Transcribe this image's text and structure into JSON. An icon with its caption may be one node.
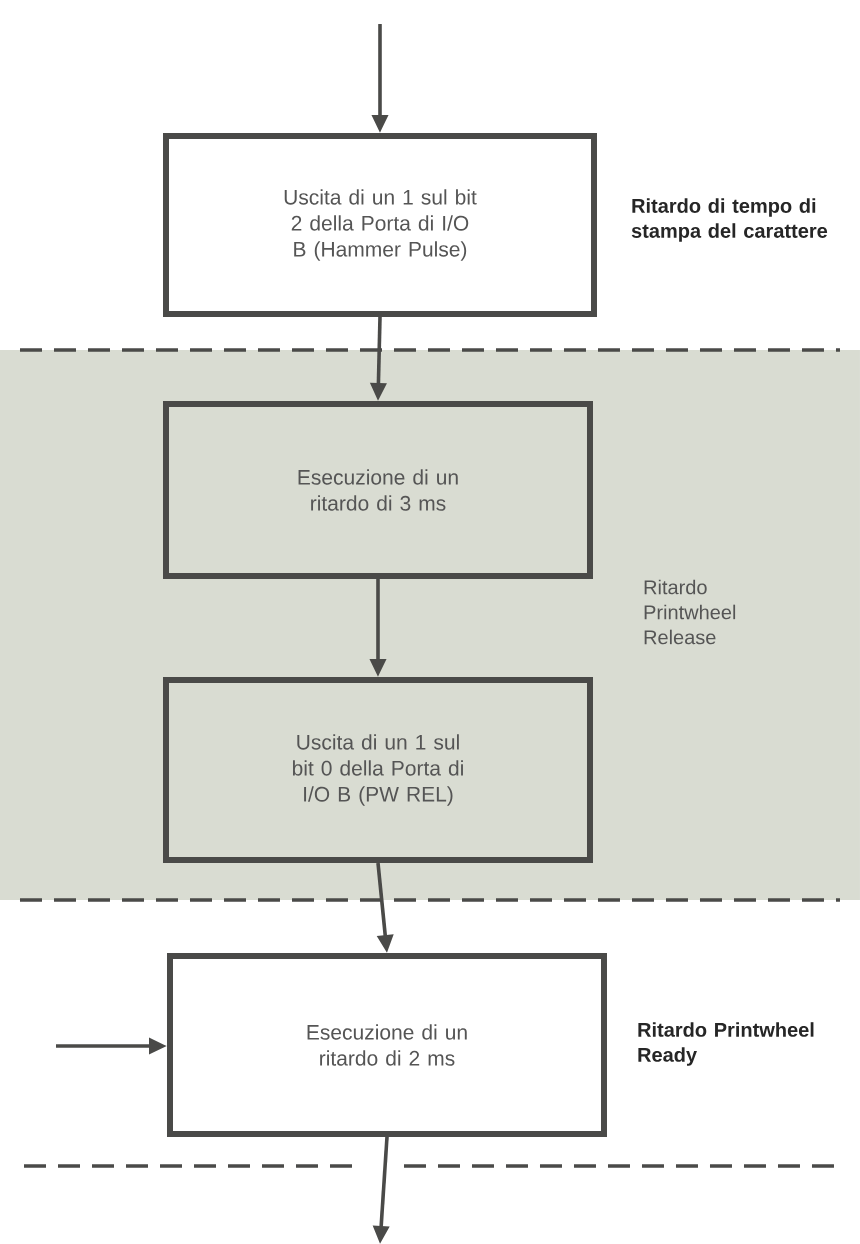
{
  "diagram": {
    "nodes": [
      {
        "text": [
          "Uscita di un 1 sul bit 2 della Porta di I/O B (Hammer Pulse)"
        ]
      },
      {
        "text": [
          "Ritardo Printwheel Release"
        ]
      },
      {
        "text": [
          "Esecuzione di un ritardo di 3 ms"
        ],
        "in": 1
      },
      {
        "text": [
          "Uscita di un 1 sul bit 0 della Porta di I/O B (PW REL)"
        ],
        "in": 1
      },
      {
        "text": [
          "Esecuzione di un ritardo di 2 ms"
        ]
      }
    ],
    "edges": [
      {
        "from": null,
        "to": 0,
        "arrow": "to"
      },
      {
        "from": 0,
        "to": 2,
        "arrow": "to"
      },
      {
        "from": 2,
        "to": 3,
        "arrow": "to"
      },
      {
        "from": 3,
        "to": 4,
        "arrow": "to"
      },
      {
        "from": null,
        "to": 4,
        "arrow": "to"
      },
      {
        "from": 4,
        "to": null,
        "arrow": "to"
      }
    ],
    "labels": [
      "Ritardo di tempo di stampa del carattere",
      "Ritardo Printwheel Ready"
    ]
  }
}
